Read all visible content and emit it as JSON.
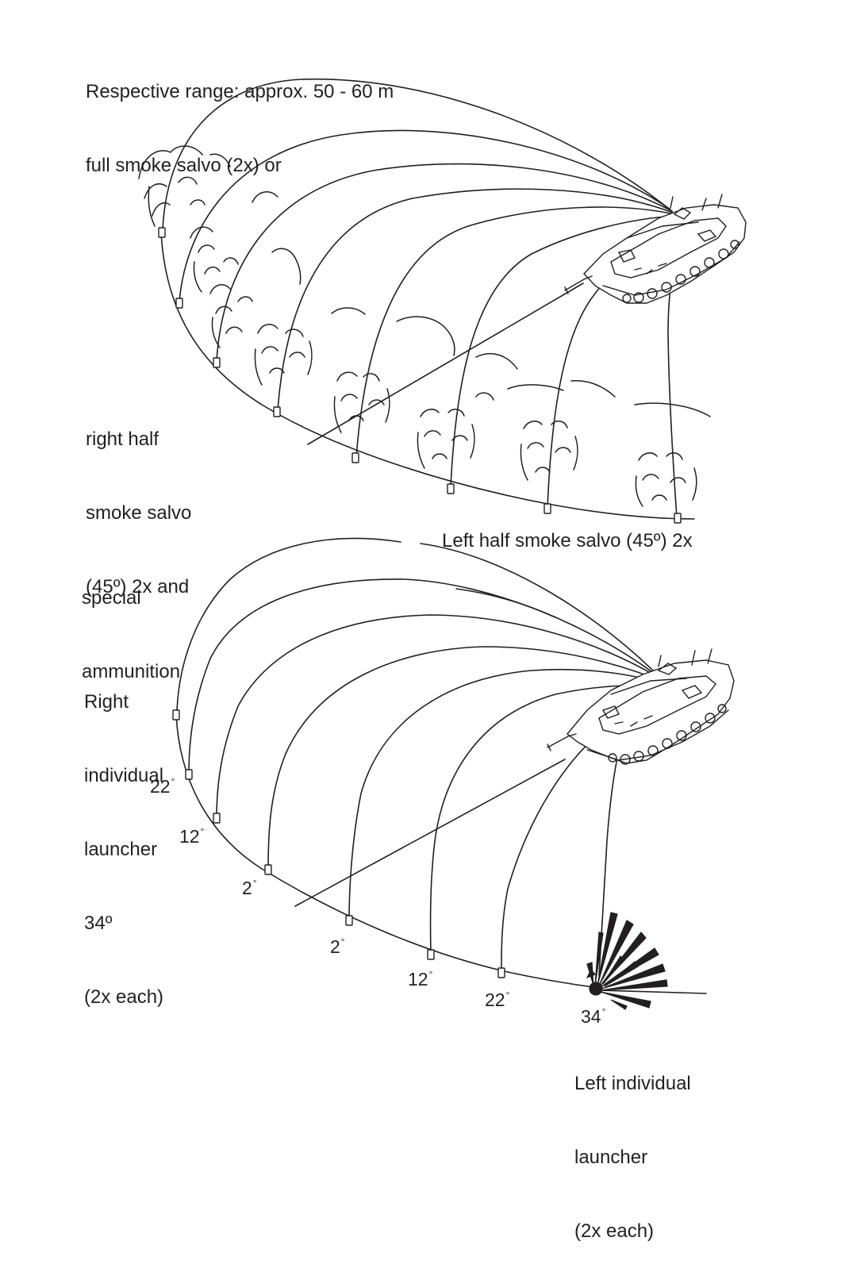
{
  "top": {
    "range_line1": "Respective range: approx. 50 - 60 m",
    "range_line2": "full smoke salvo (2x) or",
    "right_half_line1": "right half",
    "right_half_line2": "smoke salvo",
    "right_half_line3": "(45º) 2x and",
    "left_half": "Left half smoke salvo (45º) 2x"
  },
  "bottom": {
    "special_line1": "special",
    "special_line2": "ammunition",
    "right_ind_line1": "Right",
    "right_ind_line2": "individual",
    "right_ind_line3": "launcher",
    "right_ind_line4": "34º",
    "right_ind_line5": "(2x each)",
    "left_ind_line1": "Left individual",
    "left_ind_line2": "launcher",
    "left_ind_line3": "(2x each)",
    "angles_right": [
      "22",
      "12",
      "2"
    ],
    "angles_left": [
      "2",
      "12",
      "22",
      "34"
    ],
    "angle_mark": "°"
  },
  "colors": {
    "ink": "#231f20",
    "paper": "#ffffff"
  },
  "icons": [
    "tank-icon",
    "shell-burst-icon",
    "smoke-cloud-icon",
    "grenade-marker-icon"
  ]
}
